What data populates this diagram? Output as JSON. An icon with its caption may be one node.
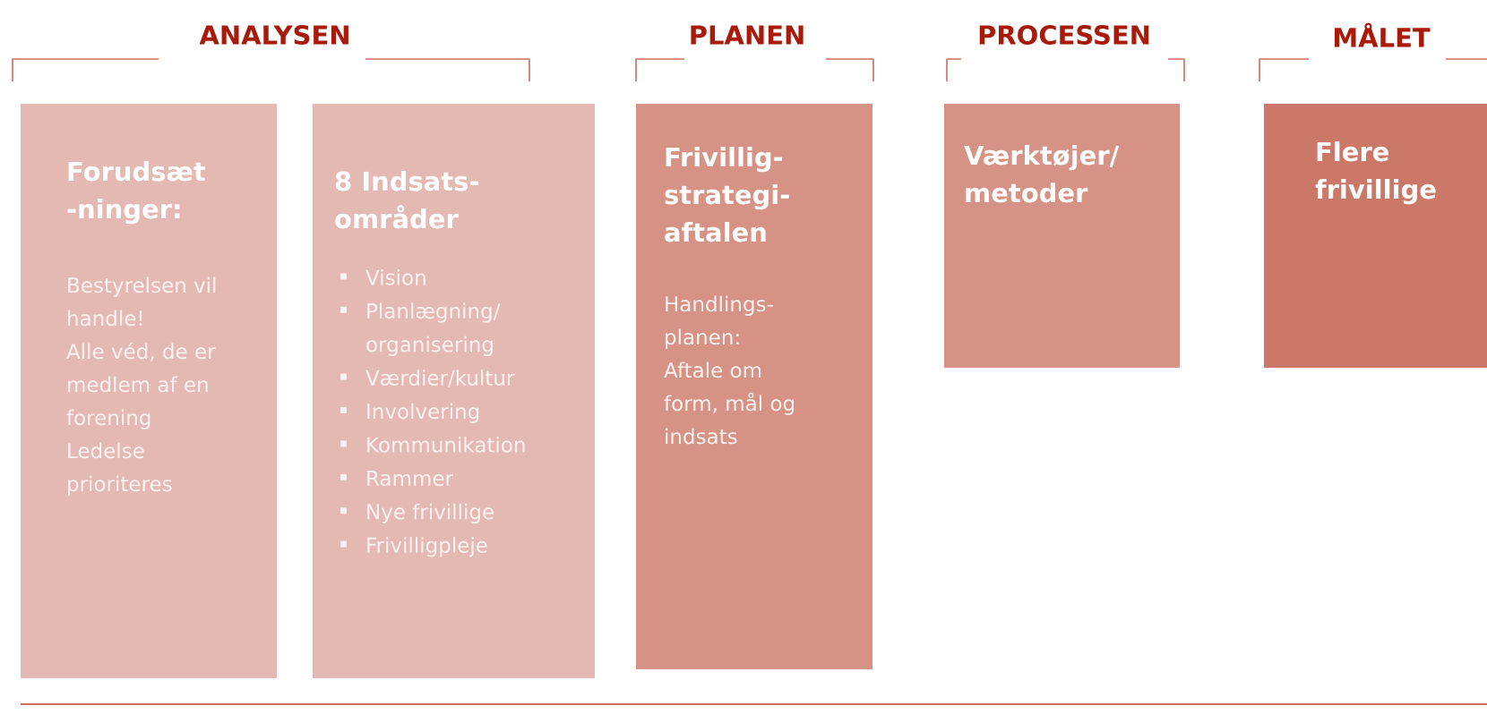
{
  "diagram": {
    "nodes": [
      {
        "text": [
          "Forudsæt -ninger:",
          "Bestyrelsen vil handle!",
          "Alle véd, de er medlem af en forening",
          "Ledelse prioriteres"
        ]
      },
      {
        "text": [
          "8 Indsats- områder",
          "Vision",
          "Planlægning/ organisering",
          "Værdier/kultur",
          "Involvering",
          "Kommunikation",
          "Rammer",
          "Nye frivillige",
          "Frivilligpleje"
        ]
      },
      {
        "text": [
          "Frivillig- strategi- aftalen",
          "Handlings- planen: Aftale om form, mål og indsats"
        ]
      },
      {
        "text": [
          "Værktøjer/ metoder"
        ]
      },
      {
        "text": [
          "Flere frivillige"
        ]
      }
    ],
    "labels": [
      "ANALYSEN",
      "PLANEN",
      "PROCESSEN",
      "MÅLET"
    ]
  }
}
